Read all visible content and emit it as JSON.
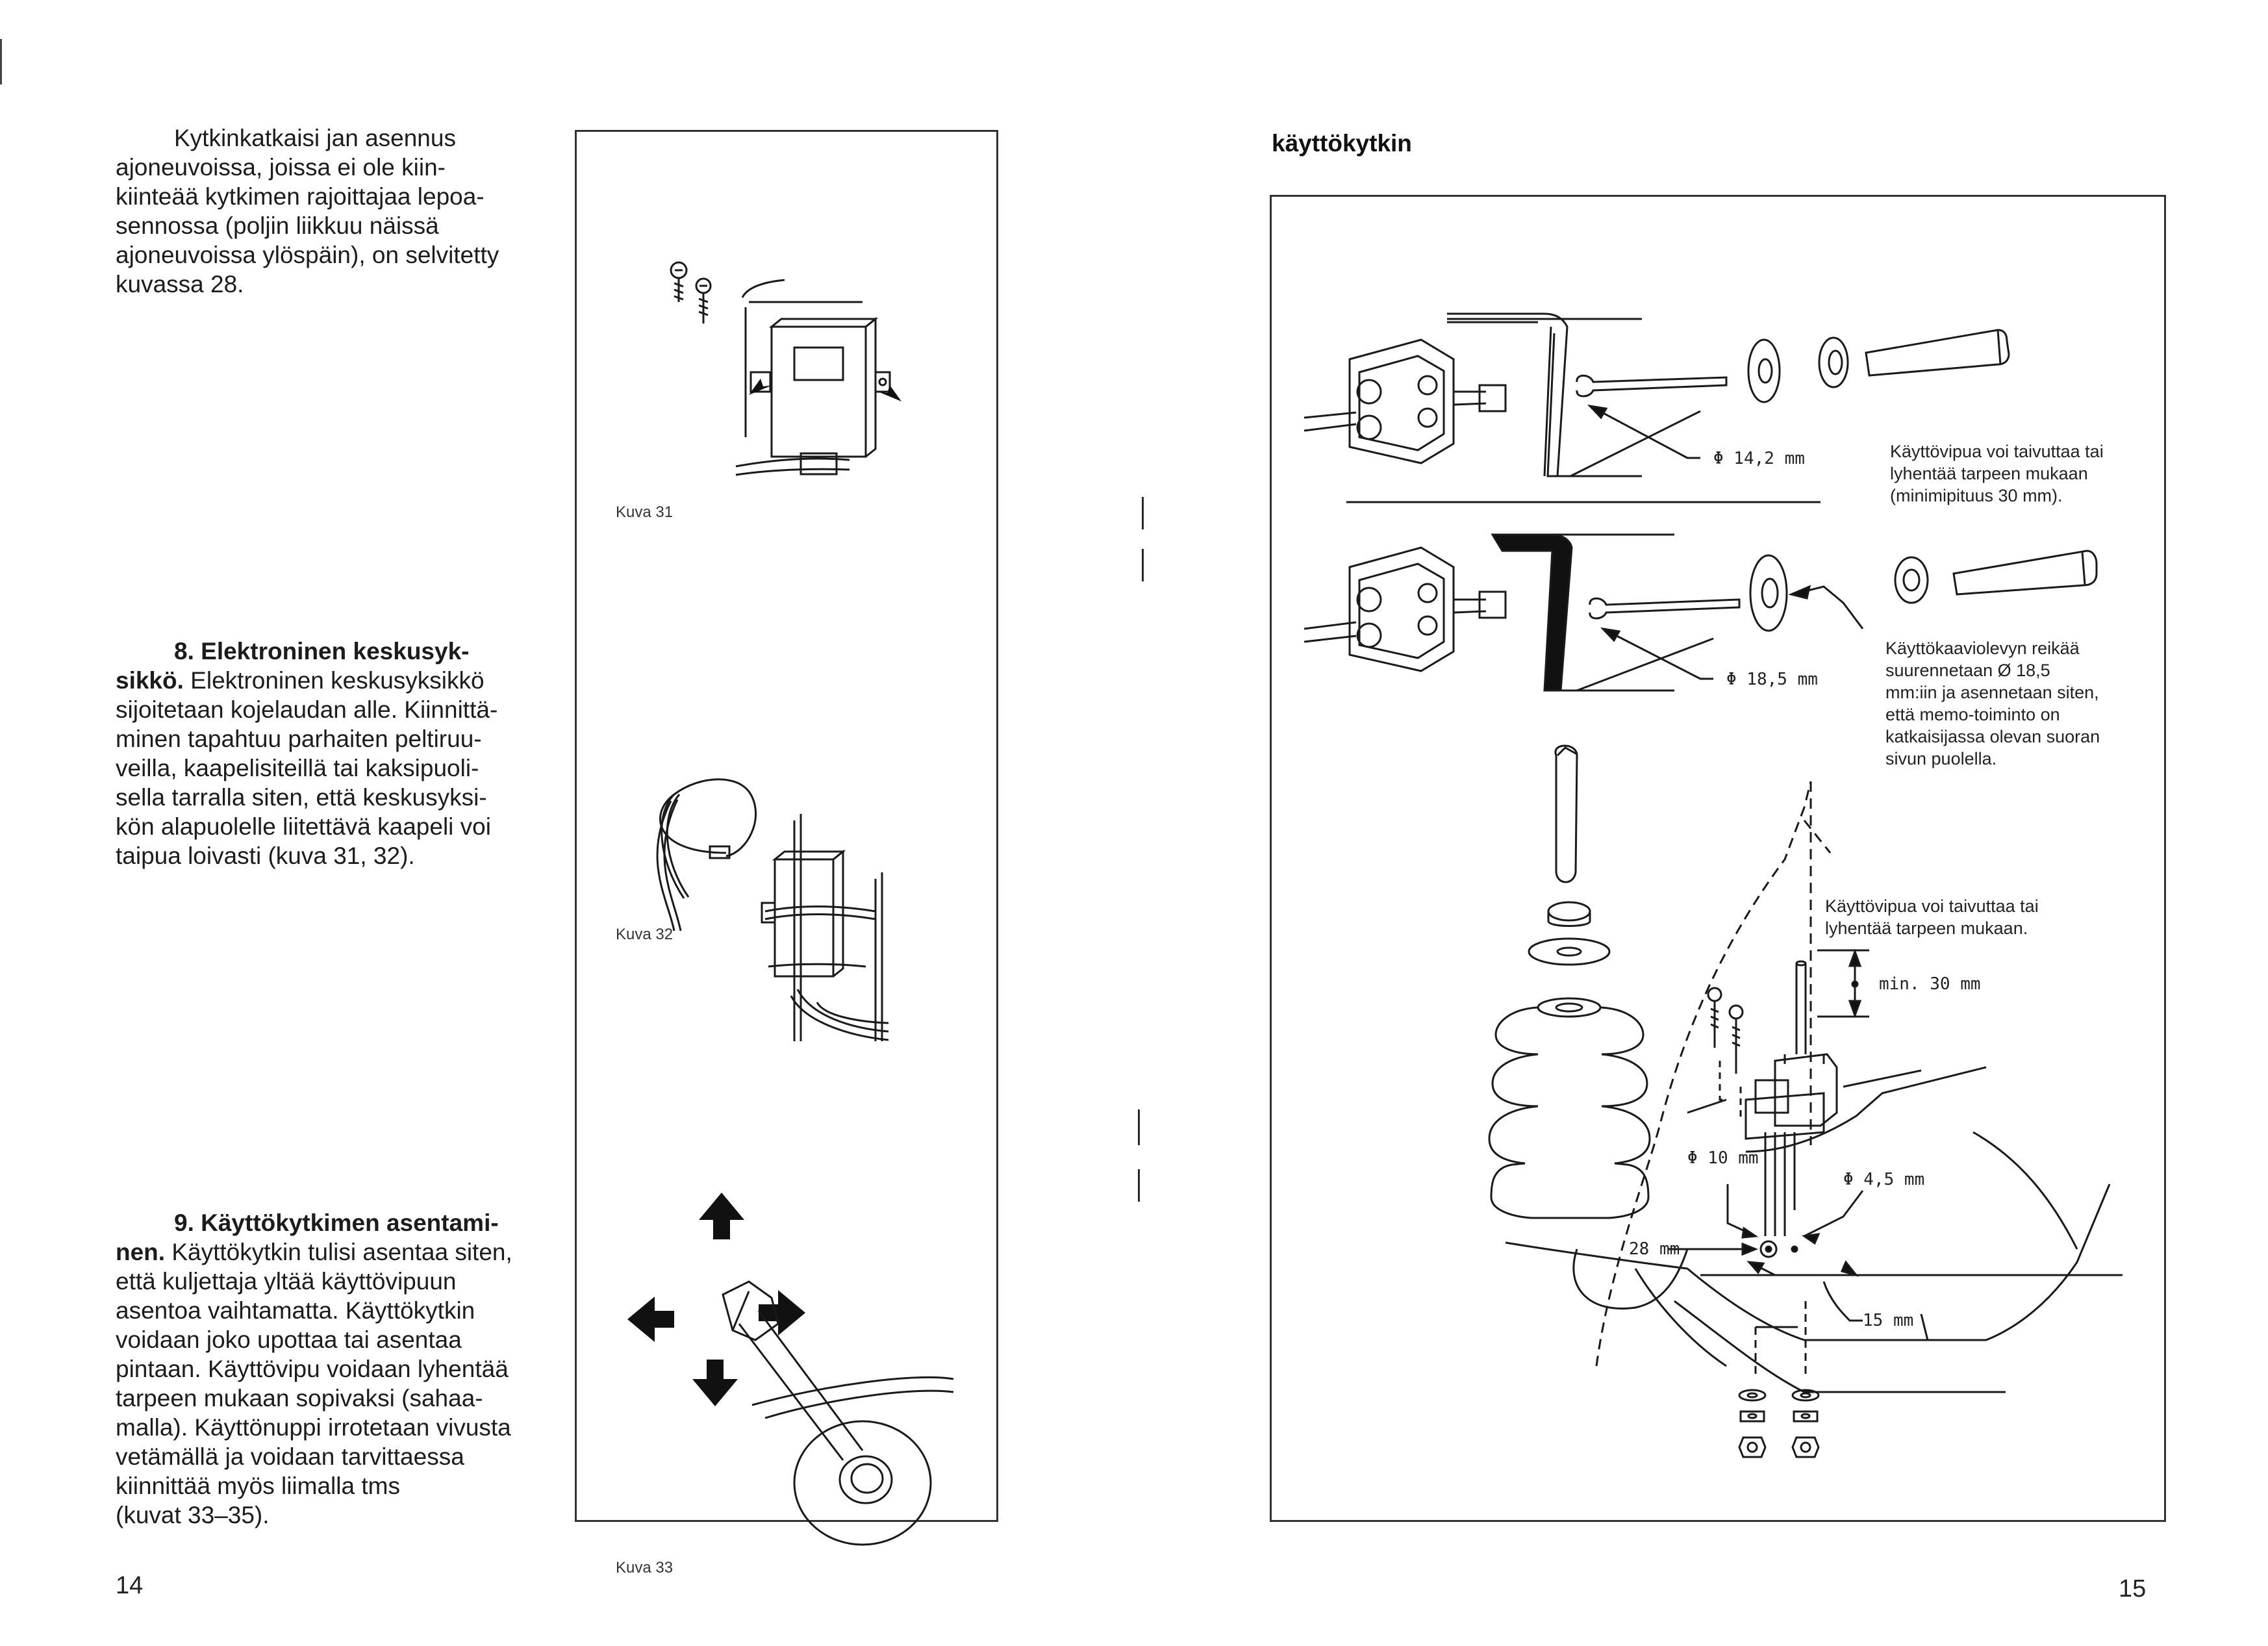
{
  "left_page": {
    "intro": "Kytkinkatkaisi jan asennus ajoneuvoissa, joissa ei ole kiin-kiinteää kytkimen rajoittajaa lepoa-sennossa (poljin liikkuu näissä ajoneuvoissa ylöspäin), on selvitetty kuvassa 28.",
    "intro_lines": [
      "Kytkinkatkaisi jan asennus",
      "ajoneuvoissa, joissa ei ole kiin-",
      "kiinteää kytkimen rajoittajaa lepoa-",
      "sennossa (poljin liikkuu näissä",
      "ajoneuvoissa ylöspäin), on selvitetty",
      "kuvassa 28."
    ],
    "section8_heading_lines": [
      "8. Elektroninen keskusyk-",
      "sikkö."
    ],
    "section8_lines": [
      " Elektroninen keskusyksikkö",
      "sijoitetaan kojelaudan alle. Kiinnittä-",
      "minen tapahtuu parhaiten peltiruu-",
      "veilla, kaapelisiteillä tai kaksipuoli-",
      "sella tarralla siten, että keskusyksi-",
      "kön alapuolelle liitettävä kaapeli voi",
      "taipua loivasti (kuva 31, 32)."
    ],
    "section9_heading_lines": [
      "9. Käyttökytkimen asentami-",
      "nen."
    ],
    "section9_lines": [
      " Käyttökytkin tulisi asentaa siten,",
      "että kuljettaja yltää käyttövipuun",
      "asentoa vaihtamatta. Käyttökytkin",
      "voidaan joko upottaa tai asentaa",
      "pintaan. Käyttövipu voidaan lyhentää",
      "tarpeen mukaan sopivaksi (sahaa-",
      "malla). Käyttönuppi irrotetaan vivusta",
      "vetämällä ja voidaan tarvittaessa",
      "kiinnittää myös liimalla tms",
      "(kuvat 33–35)."
    ],
    "figure_captions": [
      "Kuva 31",
      "Kuva 32",
      "Kuva 33"
    ],
    "page_number": "14"
  },
  "right_page": {
    "title": "käyttökytkin",
    "dim_14_2": "Φ 14,2 mm",
    "dim_18_5": "Φ 18,5 mm",
    "note1_lines": [
      "Käyttövipua voi taivuttaa tai",
      "lyhentää tarpeen mukaan",
      "(minimipituus 30 mm)."
    ],
    "note2_lines": [
      "Käyttökaaviolevyn reikää",
      "suurennetaan Ø 18,5",
      "mm:iin ja asennetaan siten,",
      "että memo-toiminto on",
      "katkaisijassa olevan suoran",
      "sivun puolella."
    ],
    "note3_lines": [
      "Käyttövipua voi taivuttaa tai",
      "lyhentää tarpeen mukaan."
    ],
    "dim_min30": "min. 30 mm",
    "dim_10": "Φ 10 mm",
    "dim_4_5": "Φ 4,5 mm",
    "dim_28": "28 mm",
    "dim_15": "15 mm",
    "page_number": "15"
  }
}
